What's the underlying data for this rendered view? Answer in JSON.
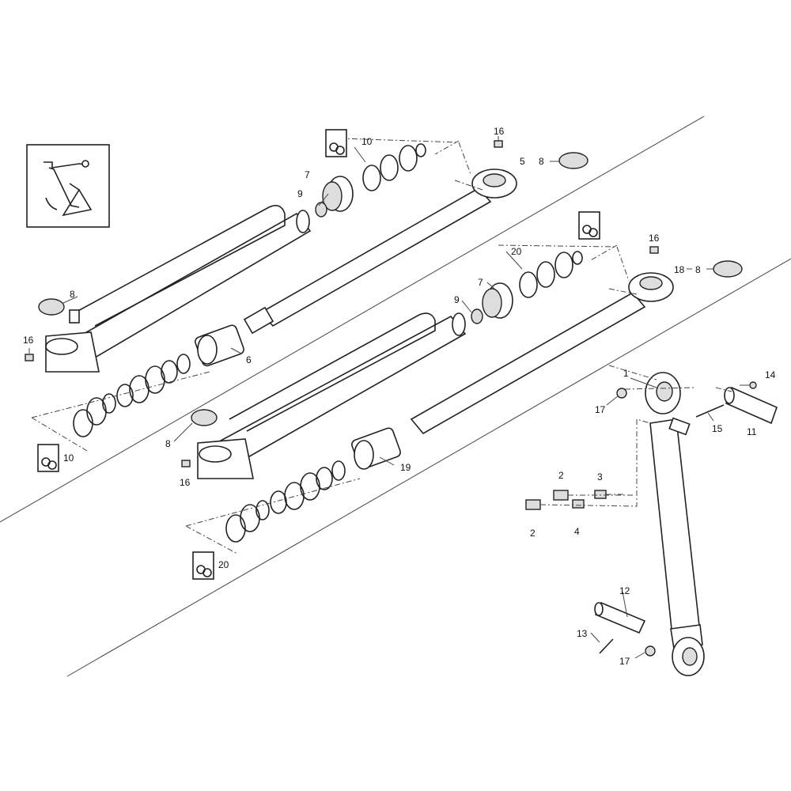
{
  "diagram": {
    "title": "Hydraulic cylinder exploded parts view",
    "callouts": [
      "16",
      "10",
      "5",
      "8",
      "7",
      "9",
      "8",
      "16",
      "6",
      "10",
      "20",
      "16",
      "18",
      "8",
      "7",
      "9",
      "8",
      "16",
      "19",
      "20",
      "1",
      "14",
      "17",
      "15",
      "11",
      "2",
      "3",
      "2",
      "4",
      "12",
      "13",
      "17"
    ]
  }
}
